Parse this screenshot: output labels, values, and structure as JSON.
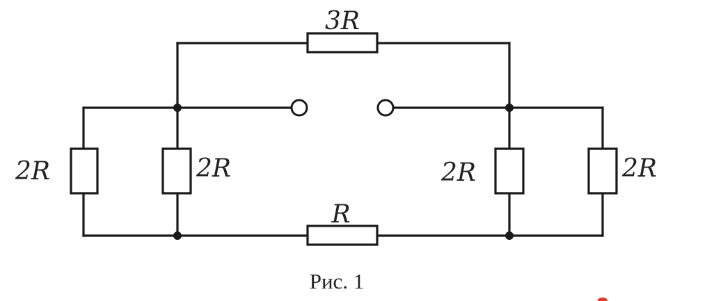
{
  "diagram": {
    "labels": {
      "top_resistor": "3R",
      "bottom_resistor": "R",
      "outer_left_resistor": "2R",
      "inner_left_resistor": "2R",
      "inner_right_resistor": "2R",
      "outer_right_resistor": "2R"
    },
    "caption": "Рис. 1"
  }
}
